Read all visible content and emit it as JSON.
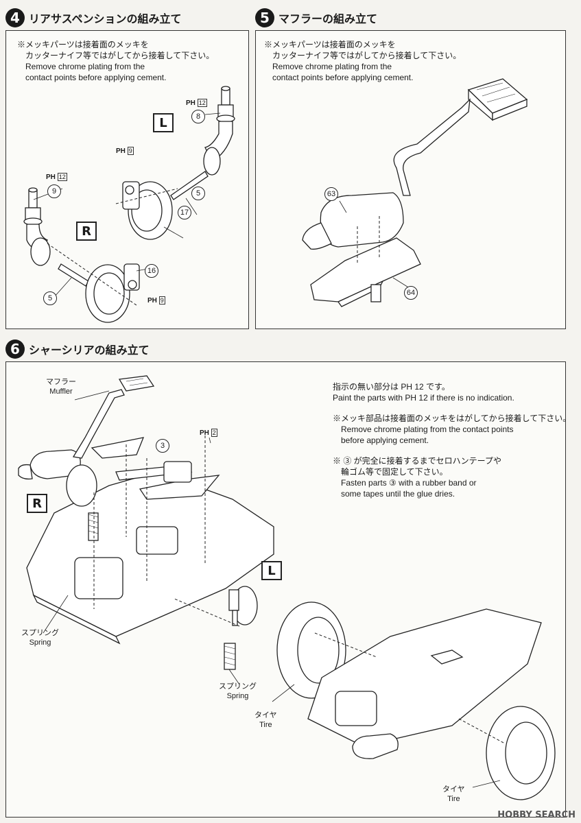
{
  "step4": {
    "number": "4",
    "title": "リアサスペンションの組み立て",
    "note_jp1": "※メッキパーツは接着面のメッキを",
    "note_jp2": "カッターナイフ等ではがしてから接着して下さい。",
    "note_en1": "Remove chrome plating from the",
    "note_en2": "contact points before applying cement.",
    "side_l": "L",
    "side_r": "R",
    "parts": [
      "8",
      "5",
      "17",
      "9",
      "16",
      "5"
    ],
    "paint_a": "PH",
    "paint_a_code": "12",
    "paint_b": "PH",
    "paint_b_code": "9",
    "paint_c": "PH",
    "paint_c_code": "12",
    "paint_d": "PH",
    "paint_d_code": "9"
  },
  "step5": {
    "number": "5",
    "title": "マフラーの組み立て",
    "note_jp1": "※メッキパーツは接着面のメッキを",
    "note_jp2": "カッターナイフ等ではがしてから接着して下さい。",
    "note_en1": "Remove chrome plating from the",
    "note_en2": "contact points before applying cement.",
    "parts": [
      "63",
      "64"
    ]
  },
  "step6": {
    "number": "6",
    "title": "シャーシリアの組み立て",
    "muffler_jp": "マフラー",
    "muffler_en": "Muffler",
    "spring_jp": "スプリング",
    "spring_en": "Spring",
    "tire_jp": "タイヤ",
    "tire_en": "Tire",
    "side_r": "R",
    "side_l": "L",
    "part3": "3",
    "paint_label": "PH",
    "paint_code": "2",
    "info1_jp": "指示の無い部分は PH 12 です。",
    "info1_en": "Paint the parts with PH 12 if there is no indication.",
    "info2_jp": "※メッキ部品は接着面のメッキをはがしてから接着して下さい。",
    "info2_en1": "Remove chrome plating from the contact points",
    "info2_en2": "before applying cement.",
    "info3_jp1": "※ ③ が完全に接着するまでセロハンテープや",
    "info3_jp2": "輪ゴム等で固定して下さい。",
    "info3_en1": "Fasten parts ③ with a rubber band or",
    "info3_en2": "some tapes until the glue dries."
  },
  "watermark": "HOBBY SEARCH"
}
